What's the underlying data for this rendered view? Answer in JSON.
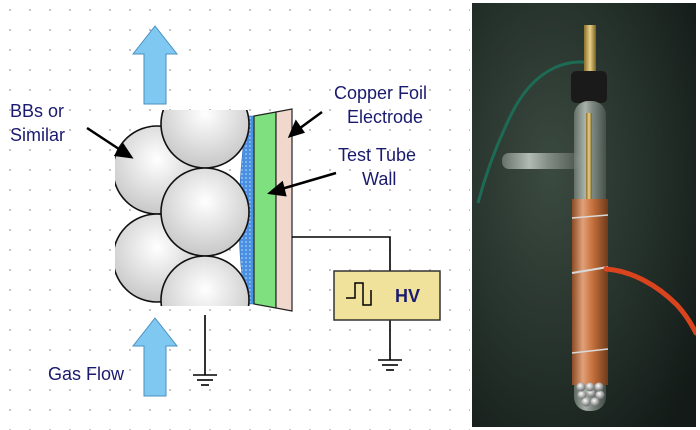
{
  "labels": {
    "bbs_line1": "BBs or",
    "bbs_line2": "Similar",
    "copper_line1": "Copper Foil",
    "copper_line2": "Electrode",
    "tube_line1": "Test Tube",
    "tube_line2": "Wall",
    "gas_flow": "Gas Flow",
    "hv": "HV"
  },
  "colors": {
    "label_text": "#1a1a6e",
    "arrow_fill": "#7ec8f2",
    "tube_wall": "#7fe07f",
    "copper_foil": "#f0d8cc",
    "plasma": "#4a90e2",
    "hv_box": "#f0e29a",
    "photo_bg": "#22302a",
    "copper": "#c9743e"
  },
  "photo": {
    "icon": "test-tube-reactor-photo"
  }
}
